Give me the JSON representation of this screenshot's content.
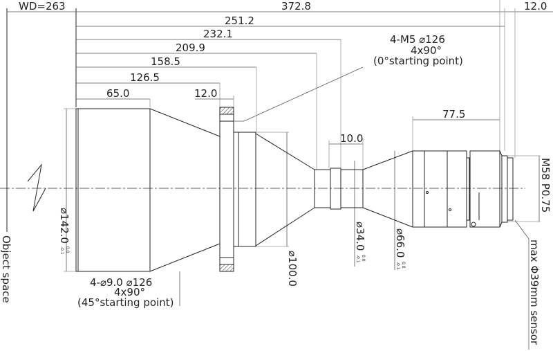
{
  "drawing": {
    "labels": {
      "wd": "WD=263",
      "total_length": "372.8",
      "back_focus": "12.0",
      "d251": "251.2",
      "d232": "232.1",
      "d209": "209.9",
      "d158": "158.5",
      "d126": "126.5",
      "d65": "65.0",
      "flange_thickness": "12.0",
      "d10": "10.0",
      "d77": "77.5",
      "dia142": "⌀142.0",
      "dia100": "⌀100.0",
      "dia34": "⌀34.0",
      "dia66": "⌀66.0",
      "tol_upper": "0.0",
      "tol_lower": "-0.1",
      "mount": "M58 P0.75",
      "sensor": "max Φ39mm sensor",
      "object_space": "Object space"
    },
    "notes": {
      "top_line1": "4-M5 ⌀126",
      "top_line2": "4x90°",
      "top_line3": "(0°starting point)",
      "bottom_line1": "4-⌀9.0 ⌀126",
      "bottom_line2": "4x90°",
      "bottom_line3": "(45°starting point)"
    }
  }
}
